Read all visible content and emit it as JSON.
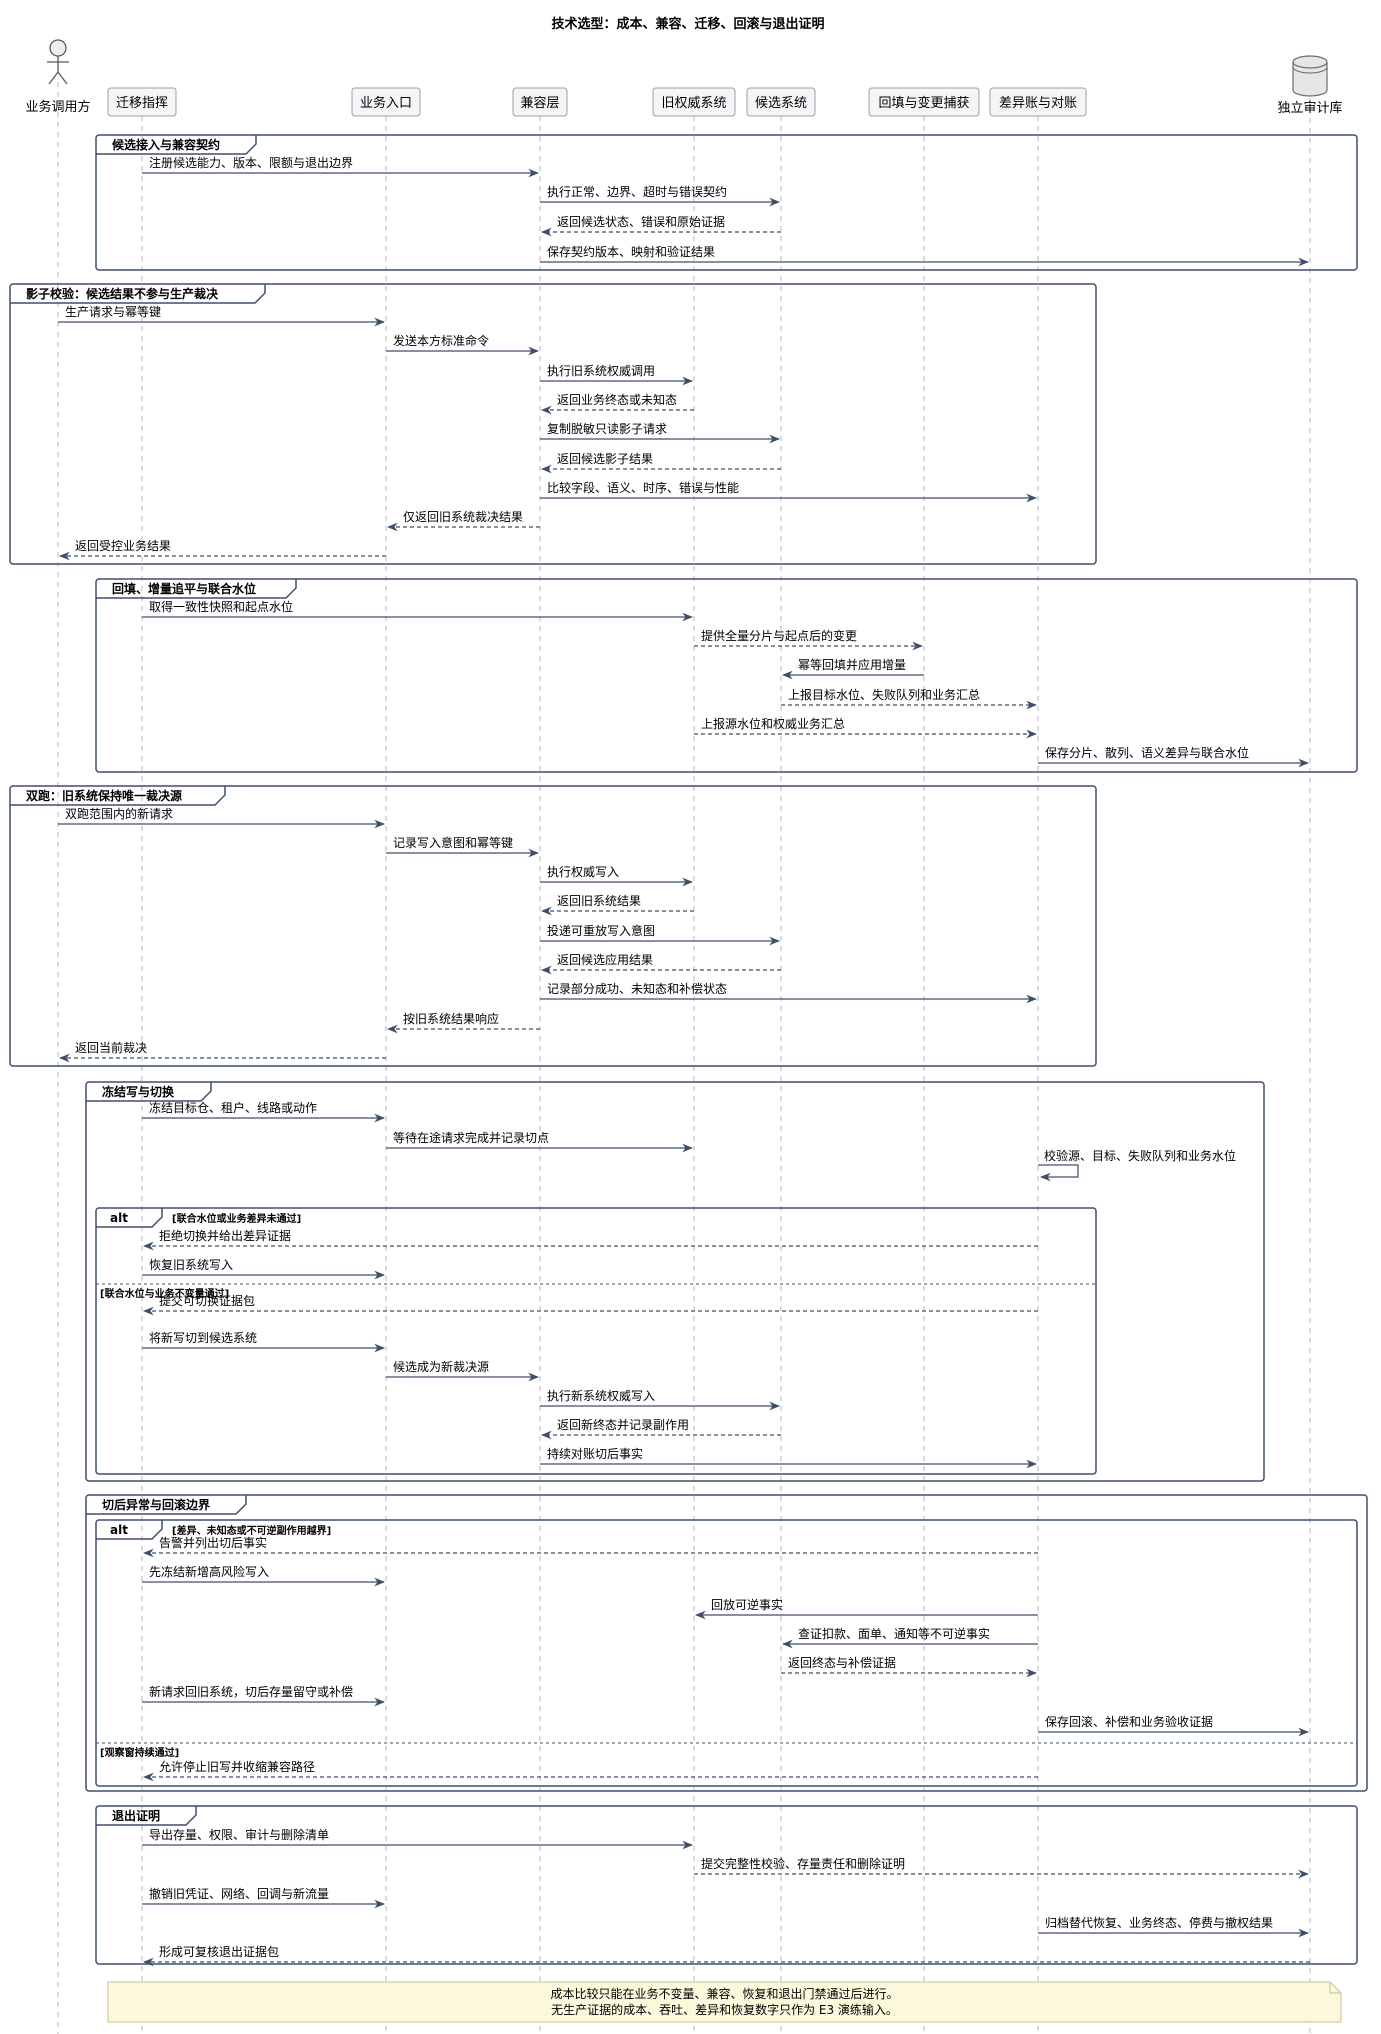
{
  "title": "技术选型：成本、兼容、迁移、回滚与退出证明",
  "participants": [
    {
      "id": "caller",
      "label": "业务调用方",
      "kind": "actor"
    },
    {
      "id": "cmd",
      "label": "迁移指挥",
      "kind": "box"
    },
    {
      "id": "entry",
      "label": "业务入口",
      "kind": "box"
    },
    {
      "id": "compat",
      "label": "兼容层",
      "kind": "box"
    },
    {
      "id": "legacy",
      "label": "旧权威系统",
      "kind": "box"
    },
    {
      "id": "cand",
      "label": "候选系统",
      "kind": "box"
    },
    {
      "id": "cdc",
      "label": "回填与变更捕获",
      "kind": "box"
    },
    {
      "id": "recon",
      "label": "差异账与对账",
      "kind": "box"
    },
    {
      "id": "audit",
      "label": "独立审计库",
      "kind": "database"
    }
  ],
  "frames": [
    {
      "label": "候选接入与兼容契约"
    },
    {
      "label": "影子校验：候选结果不参与生产裁决"
    },
    {
      "label": "回填、增量追平与联合水位"
    },
    {
      "label": "双跑：旧系统保持唯一裁决源"
    },
    {
      "label": "冻结写与切换"
    },
    {
      "label": "alt",
      "conditions": [
        "[联合水位或业务差异未通过]",
        "[联合水位与业务不变量通过]"
      ]
    },
    {
      "label": "切后异常与回滚边界"
    },
    {
      "label": "alt",
      "conditions": [
        "[差异、未知态或不可逆副作用越界]",
        "[观察窗持续通过]"
      ]
    },
    {
      "label": "退出证明"
    }
  ],
  "messages": [
    {
      "from": "cmd",
      "to": "compat",
      "text": "注册候选能力、版本、限额与退出边界",
      "dashed": false
    },
    {
      "from": "compat",
      "to": "cand",
      "text": "执行正常、边界、超时与错误契约",
      "dashed": false
    },
    {
      "from": "cand",
      "to": "compat",
      "text": "返回候选状态、错误和原始证据",
      "dashed": true
    },
    {
      "from": "compat",
      "to": "audit",
      "text": "保存契约版本、映射和验证结果",
      "dashed": false
    },
    {
      "from": "caller",
      "to": "entry",
      "text": "生产请求与幂等键",
      "dashed": false
    },
    {
      "from": "entry",
      "to": "compat",
      "text": "发送本方标准命令",
      "dashed": false
    },
    {
      "from": "compat",
      "to": "legacy",
      "text": "执行旧系统权威调用",
      "dashed": false
    },
    {
      "from": "legacy",
      "to": "compat",
      "text": "返回业务终态或未知态",
      "dashed": true
    },
    {
      "from": "compat",
      "to": "cand",
      "text": "复制脱敏只读影子请求",
      "dashed": false
    },
    {
      "from": "cand",
      "to": "compat",
      "text": "返回候选影子结果",
      "dashed": true
    },
    {
      "from": "compat",
      "to": "recon",
      "text": "比较字段、语义、时序、错误与性能",
      "dashed": false
    },
    {
      "from": "compat",
      "to": "entry",
      "text": "仅返回旧系统裁决结果",
      "dashed": true
    },
    {
      "from": "entry",
      "to": "caller",
      "text": "返回受控业务结果",
      "dashed": true
    },
    {
      "from": "cmd",
      "to": "legacy",
      "text": "取得一致性快照和起点水位",
      "dashed": false
    },
    {
      "from": "legacy",
      "to": "cdc",
      "text": "提供全量分片与起点后的变更",
      "dashed": true
    },
    {
      "from": "cdc",
      "to": "cand",
      "text": "幂等回填并应用增量",
      "dashed": false
    },
    {
      "from": "cand",
      "to": "recon",
      "text": "上报目标水位、失败队列和业务汇总",
      "dashed": true
    },
    {
      "from": "legacy",
      "to": "recon",
      "text": "上报源水位和权威业务汇总",
      "dashed": true
    },
    {
      "from": "recon",
      "to": "audit",
      "text": "保存分片、散列、语义差异与联合水位",
      "dashed": false
    },
    {
      "from": "caller",
      "to": "entry",
      "text": "双跑范围内的新请求",
      "dashed": false
    },
    {
      "from": "entry",
      "to": "compat",
      "text": "记录写入意图和幂等键",
      "dashed": false
    },
    {
      "from": "compat",
      "to": "legacy",
      "text": "执行权威写入",
      "dashed": false
    },
    {
      "from": "legacy",
      "to": "compat",
      "text": "返回旧系统结果",
      "dashed": true
    },
    {
      "from": "compat",
      "to": "cand",
      "text": "投递可重放写入意图",
      "dashed": false
    },
    {
      "from": "cand",
      "to": "compat",
      "text": "返回候选应用结果",
      "dashed": true
    },
    {
      "from": "compat",
      "to": "recon",
      "text": "记录部分成功、未知态和补偿状态",
      "dashed": false
    },
    {
      "from": "compat",
      "to": "entry",
      "text": "按旧系统结果响应",
      "dashed": true
    },
    {
      "from": "entry",
      "to": "caller",
      "text": "返回当前裁决",
      "dashed": true
    },
    {
      "from": "cmd",
      "to": "entry",
      "text": "冻结目标仓、租户、线路或动作",
      "dashed": false
    },
    {
      "from": "entry",
      "to": "legacy",
      "text": "等待在途请求完成并记录切点",
      "dashed": false
    },
    {
      "from": "recon",
      "to": "recon",
      "text": "校验源、目标、失败队列和业务水位",
      "dashed": false
    },
    {
      "from": "recon",
      "to": "cmd",
      "text": "拒绝切换并给出差异证据",
      "dashed": true
    },
    {
      "from": "cmd",
      "to": "entry",
      "text": "恢复旧系统写入",
      "dashed": false
    },
    {
      "from": "recon",
      "to": "cmd",
      "text": "提交可切换证据包",
      "dashed": true
    },
    {
      "from": "cmd",
      "to": "entry",
      "text": "将新写切到候选系统",
      "dashed": false
    },
    {
      "from": "entry",
      "to": "compat",
      "text": "候选成为新裁决源",
      "dashed": false
    },
    {
      "from": "compat",
      "to": "cand",
      "text": "执行新系统权威写入",
      "dashed": false
    },
    {
      "from": "cand",
      "to": "compat",
      "text": "返回新终态并记录副作用",
      "dashed": true
    },
    {
      "from": "compat",
      "to": "recon",
      "text": "持续对账切后事实",
      "dashed": false
    },
    {
      "from": "recon",
      "to": "cmd",
      "text": "告警并列出切后事实",
      "dashed": true
    },
    {
      "from": "cmd",
      "to": "entry",
      "text": "先冻结新增高风险写入",
      "dashed": false
    },
    {
      "from": "recon",
      "to": "legacy",
      "text": "回放可逆事实",
      "dashed": false
    },
    {
      "from": "recon",
      "to": "cand",
      "text": "查证扣款、面单、通知等不可逆事实",
      "dashed": false
    },
    {
      "from": "cand",
      "to": "recon",
      "text": "返回终态与补偿证据",
      "dashed": true
    },
    {
      "from": "cmd",
      "to": "entry",
      "text": "新请求回旧系统，切后存量留守或补偿",
      "dashed": false
    },
    {
      "from": "recon",
      "to": "audit",
      "text": "保存回滚、补偿和业务验收证据",
      "dashed": false
    },
    {
      "from": "recon",
      "to": "cmd",
      "text": "允许停止旧写并收缩兼容路径",
      "dashed": true
    },
    {
      "from": "cmd",
      "to": "legacy",
      "text": "导出存量、权限、审计与删除清单",
      "dashed": false
    },
    {
      "from": "legacy",
      "to": "audit",
      "text": "提交完整性校验、存量责任和删除证明",
      "dashed": true
    },
    {
      "from": "cmd",
      "to": "entry",
      "text": "撤销旧凭证、网络、回调与新流量",
      "dashed": false
    },
    {
      "from": "recon",
      "to": "audit",
      "text": "归档替代恢复、业务终态、停费与撤权结果",
      "dashed": false
    },
    {
      "from": "audit",
      "to": "cmd",
      "text": "形成可复核退出证据包",
      "dashed": true
    }
  ],
  "note": {
    "lines": [
      "成本比较只能在业务不变量、兼容、恢复和退出门禁通过后进行。",
      "无生产证据的成本、吞吐、差异和恢复数字只作为 E3 演练输入。"
    ]
  },
  "colors": {
    "frame": "#3f4f6b",
    "lifeline": "#b7b7b7",
    "arrow": "#3f4f6b",
    "participant_fill": "#f4f5f7",
    "participant_border": "#9aa0a8",
    "note_fill": "#fbf8dc",
    "note_border": "#c9c093",
    "database_fill": "#e6e6e6"
  }
}
